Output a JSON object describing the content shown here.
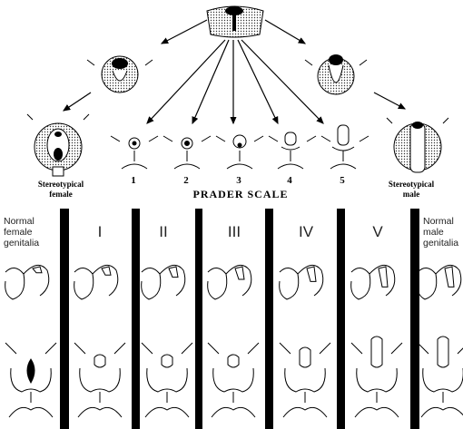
{
  "top": {
    "numbers": [
      "1",
      "2",
      "3",
      "4",
      "5"
    ],
    "left_label": [
      "Stereotypical",
      "female"
    ],
    "right_label": [
      "Stereotypical",
      "male"
    ],
    "scale_title": "PRADER SCALE"
  },
  "bottom": {
    "left_heading": [
      "Normal",
      "female",
      "genitalia"
    ],
    "right_heading": [
      "Normal",
      "male",
      "genitalia"
    ],
    "stages": [
      "I",
      "II",
      "III",
      "IV",
      "V"
    ]
  }
}
